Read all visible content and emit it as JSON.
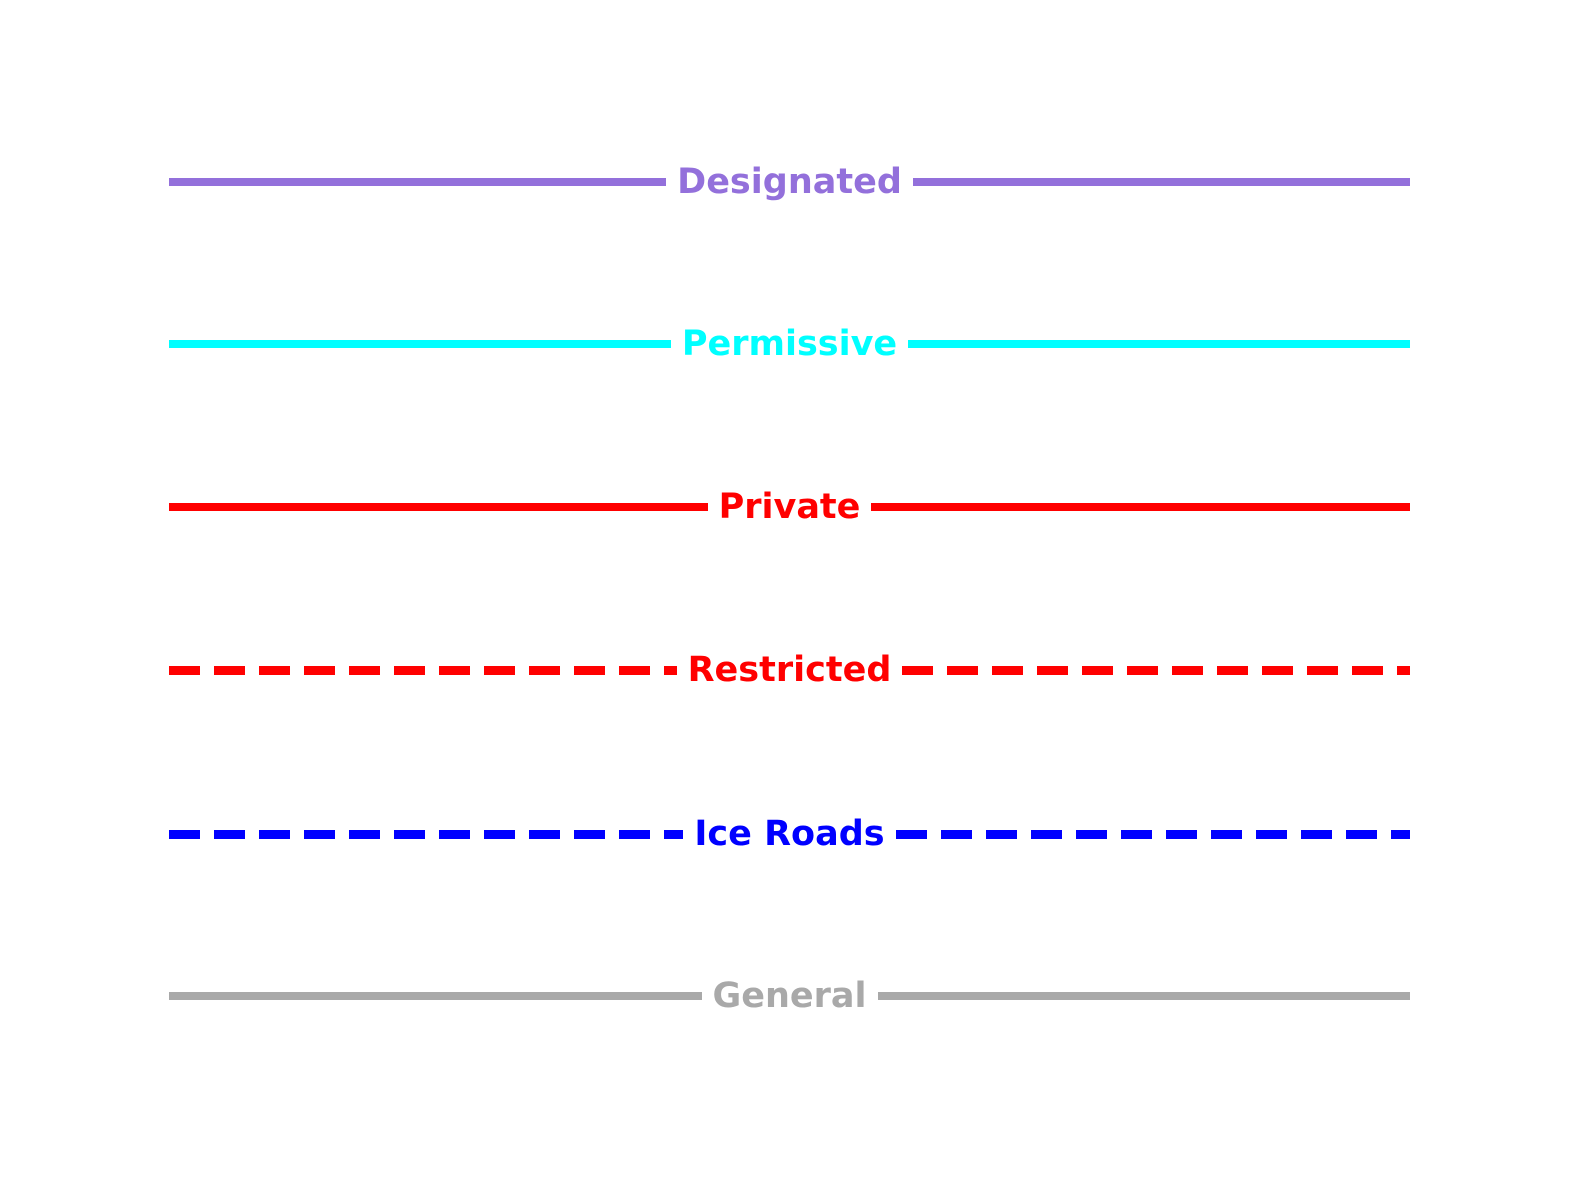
{
  "legend": {
    "items": [
      {
        "label": "Designated",
        "color": "#9370DB",
        "line_style": "solid"
      },
      {
        "label": "Permissive",
        "color": "#00FFFF",
        "line_style": "solid"
      },
      {
        "label": "Private",
        "color": "#FF0000",
        "line_style": "solid"
      },
      {
        "label": "Restricted",
        "color": "#FF0000",
        "line_style": "dashed"
      },
      {
        "label": "Ice Roads",
        "color": "#0000FF",
        "line_style": "dashed"
      },
      {
        "label": "General",
        "color": "#A9A9A9",
        "line_style": "solid"
      }
    ]
  }
}
